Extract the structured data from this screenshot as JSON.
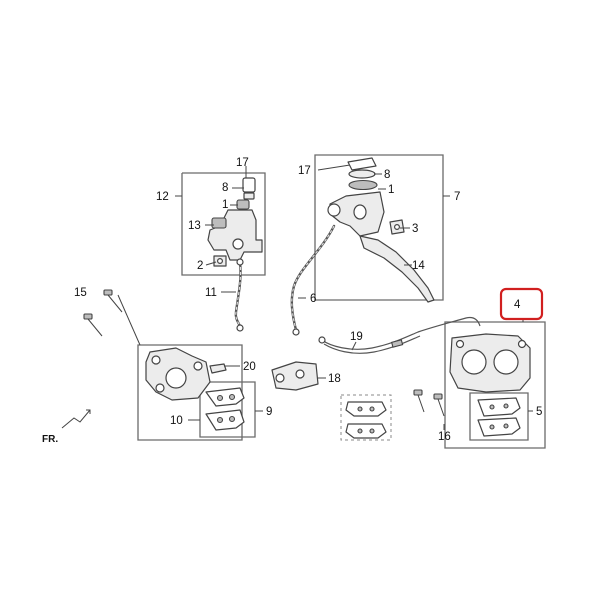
{
  "callouts": {
    "c1": "1",
    "c1b": "1",
    "c2": "2",
    "c3": "3",
    "c4": "4",
    "c5": "5",
    "c6": "6",
    "c7": "7",
    "c8": "8",
    "c8b": "8",
    "c9": "9",
    "c10": "10",
    "c11": "11",
    "c12": "12",
    "c13": "13",
    "c14": "14",
    "c15": "15",
    "c16": "16",
    "c17": "17",
    "c17b": "17",
    "c18": "18",
    "c19": "19",
    "c20": "20"
  },
  "direction_label": "FR.",
  "highlight": {
    "callout": "4",
    "color": "#d11f1f"
  }
}
